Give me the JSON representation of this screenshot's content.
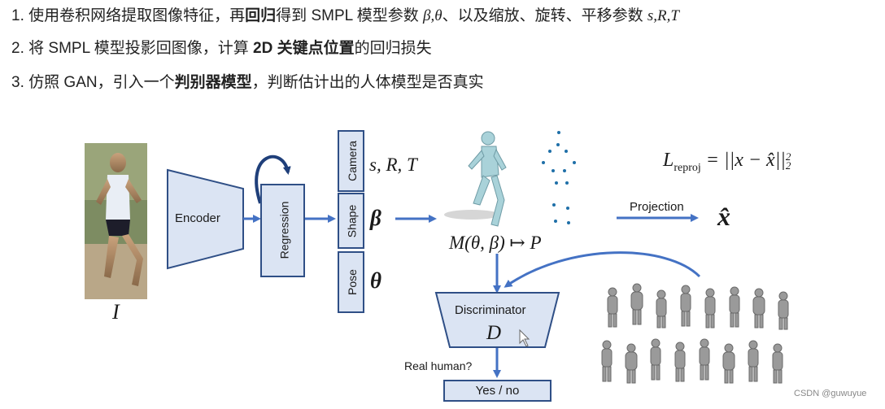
{
  "bullets": [
    {
      "num": "1.",
      "pre": "使用卷积网络提取图像特征，再",
      "bold": "回归",
      "post": "得到 SMPL 模型参数 ",
      "math": "β,θ",
      "post2": "、以及缩放、旋转、平移参数 ",
      "math2": "s,R,T"
    },
    {
      "num": "2.",
      "pre": "将 SMPL 模型投影回图像，计算 ",
      "bold": "2D 关键点位置",
      "post": "的回归损失"
    },
    {
      "num": "3.",
      "pre": "仿照 GAN，引入一个",
      "bold": "判别器模型",
      "post": "，判断估计出的人体模型是否真实"
    }
  ],
  "diagram": {
    "input_label": "I",
    "encoder_label": "Encoder",
    "regression_label": "Regression",
    "param_boxes": {
      "camera": "Camera",
      "shape": "Shape",
      "pose": "Pose"
    },
    "camera_params": "s, R, T",
    "shape_symbol": "β",
    "pose_symbol": "θ",
    "smpl_mapping": "M(θ, β) ↦ P",
    "projection_label": "Projection",
    "xhat_symbol": "x̂",
    "loss_formula": {
      "L": "L",
      "sub": "reproj",
      "eq": " = ||x − x̂||",
      "sup": "2",
      "sub2": "2"
    },
    "discriminator_label": "Discriminator",
    "discriminator_symbol": "D",
    "question": "Real human?",
    "answer": "Yes / no"
  },
  "watermark": "CSDN @guwuyue",
  "colors": {
    "box_fill": "#dbe4f3",
    "box_border": "#2f4f86",
    "arrow": "#4472c4"
  }
}
